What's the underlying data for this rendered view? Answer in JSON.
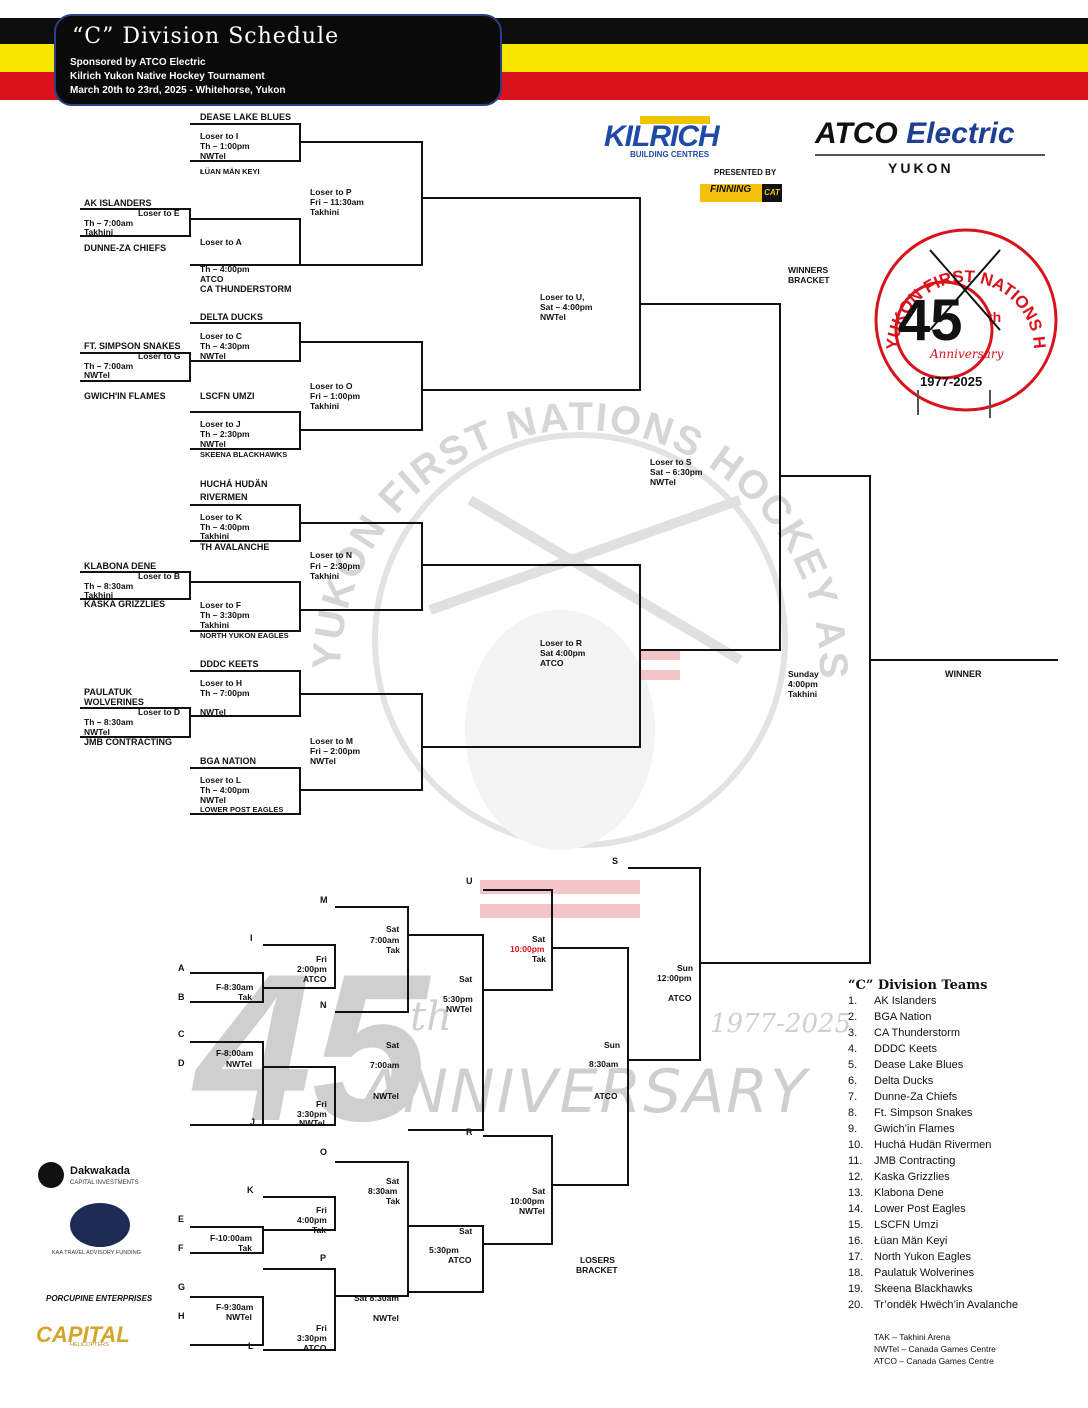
{
  "header": {
    "title": "“C” Division Schedule",
    "line1": "Sponsored by ATCO Electric",
    "line2": "Kilrich Yukon Native Hockey Tournament",
    "line3": "March 20th to 23rd, 2025 -  Whitehorse, Yukon"
  },
  "logos": {
    "kilrich": "KILRICH",
    "kilrich_sub": "BUILDING CENTRES",
    "presented_by": "PRESENTED BY",
    "finning": "FINNING",
    "cat": "CAT",
    "atco": "ATCO",
    "atco_electric": "Electric",
    "yukon": "YUKON",
    "yfnha_ring": "YUKON FIRST NATIONS HOCKEY ASSOCIATION",
    "yfnha_num": "45",
    "yfnha_th": "th",
    "yfnha_anniv": "Anniversary",
    "yfnha_years": "1977-2025",
    "watermark_ring": "YUKON FIRST NATIONS HOCKEY ASSOCIATION",
    "watermark_num": "45",
    "watermark_th": "th",
    "watermark_years": "1977-2025",
    "watermark_anniv": "ANNIVERSARY",
    "dakwakada": "Dakwakada",
    "dakwakada_sub": "CAPITAL INVESTMENTS",
    "ktaf": "KAA TRAVEL ADVISORY FUNDING",
    "porcupine": "PORCUPINE ENTERPRISES",
    "capital": "CAPITAL",
    "capital_sub": "HELICOPTERS"
  },
  "winners": {
    "dease": "DEASE LAKE BLUES",
    "loserI": "Loser to I",
    "gI_time": "Th – 1:00pm",
    "gI_venue": "NWTel",
    "luan": "ŁÜAN MÄN KEYI",
    "akisl": "AK ISLANDERS",
    "loserE": "Loser to E",
    "gE_time": "Th – 7:00am",
    "gE_venue": "Takhini",
    "dunne": "DUNNE-ZA CHIEFS",
    "loserA": "Loser to A",
    "gA_time": "Th – 4:00pm",
    "gA_venue": "ATCO",
    "cath": "CA THUNDERSTORM",
    "loserP": "Loser to P",
    "gP_time": "Fri – 11:30am",
    "gP_venue": "Takhini",
    "delta": "DELTA DUCKS",
    "loserC": "Loser to C",
    "gC_time": "Th – 4:30pm",
    "gC_venue": "NWTel",
    "ftsimp": "FT. SIMPSON SNAKES",
    "loserG": "Loser to G",
    "gG_time": "Th – 7:00am",
    "gG_venue": "NWTel",
    "gwichin": "GWICH'IN FLAMES",
    "lscfn": "LSCFN UMZI",
    "loserO": "Loser to O",
    "gO_time": "Fri – 1:00pm",
    "gO_venue": "Takhini",
    "loserJ": "Loser to J",
    "gJ_time": "Th – 2:30pm",
    "gJ_venue": "NWTel",
    "skeena": "SKEENA BLACKHAWKS",
    "loserU": "Loser to U,",
    "gU_time": "Sat – 4:00pm",
    "gU_venue": "NWTel",
    "hucha1": "HUCHÁ HUDÄN",
    "hucha2": "RIVERMEN",
    "loserK": "Loser to K",
    "gK_time": "Th – 4:00pm",
    "gK_venue": "Takhini",
    "trav": "TH AVALANCHE",
    "klabona": "KLABONA DENE",
    "loserB": "Loser to B",
    "gB_time": "Th – 8:30am",
    "gB_venue": "Takhini",
    "kaska": "KASKA GRIZZLIES",
    "loserN": "Loser to N",
    "gN_time": "Fri – 2:30pm",
    "gN_venue": "Takhini",
    "loserF": "Loser to F",
    "gF_time": "Th – 3:30pm",
    "gF_venue": "Takhini",
    "nyukon": "NORTH YUKON EAGLES",
    "loserS": "Loser to S",
    "gS_time": "Sat – 6:30pm",
    "gS_venue": "NWTel",
    "dddc": "DDDC KEETS",
    "loserH": "Loser to H",
    "gH_time": "Th – 7:00pm",
    "gH_venue": "NWTel",
    "paul1": "PAULATUK",
    "paul2": "WOLVERINES",
    "loserD": "Loser to D",
    "gD_time": "Th – 8:30am",
    "gD_venue": "NWTel",
    "jmb": "JMB CONTRACTING",
    "loserR": "Loser to R",
    "gR_time": "Sat 4:00pm",
    "gR_venue": "ATCO",
    "bga": "BGA NATION",
    "loserM": "Loser to M",
    "gM_time": "Fri – 2:00pm",
    "gM_venue": "NWTel",
    "loserL": "Loser to L",
    "gL_time": "Th – 4:00pm",
    "gL_venue": "NWTel",
    "lpe": "LOWER POST EAGLES",
    "winners_bracket1": "WINNERS",
    "winners_bracket2": "BRACKET",
    "final_day": "Sunday",
    "final_time": "4:00pm",
    "final_venue": "Takhini",
    "winner": "WINNER"
  },
  "losers": {
    "lA": "A",
    "lB": "B",
    "lC": "C",
    "lD": "D",
    "lE": "E",
    "lF": "F",
    "lG": "G",
    "lH": "H",
    "lI": "I",
    "lJ": "J",
    "lK": "K",
    "lL": "L",
    "lM": "M",
    "lN": "N",
    "lO": "O",
    "lP": "P",
    "lR": "R",
    "lS": "S",
    "lU": "U",
    "AB": "F-8:30am",
    "AB_v": "Tak",
    "CD": "F-8:00am",
    "CD_v": "NWTel",
    "EF": "F-10:00am",
    "EF_v": "Tak",
    "GH": "F-9:30am",
    "GH_v": "NWTel",
    "I_d": "Fri",
    "I_t": "2:00pm",
    "I_v": "ATCO",
    "J_d": "Fri",
    "J_t": "3:30pm",
    "J_v": "NWTel",
    "K_d": "Fri",
    "K_t": "4:00pm",
    "K_v": "Tak",
    "L_d": "Fri",
    "L_t": "3:30pm",
    "L_v": "ATCO",
    "M_d": "Sat",
    "M_t": "7:00am",
    "M_v": "Tak",
    "N_d": "Sat",
    "N_t": "7:00am",
    "N_v": "NWTel",
    "O_d": "Sat",
    "O_t": "8:30am",
    "O_v": "Tak",
    "P_d": "Sat 8:30am",
    "P_v": "NWTel",
    "s1_d": "Sat",
    "s1_t": "5:30pm",
    "s1_v": "NWTel",
    "s2_d": "Sat",
    "s2_t": "10:00pm",
    "s2_v": "Tak",
    "s3_d": "Sat",
    "s3_t": "10:00pm",
    "s3_v": "NWTel",
    "s4_d": "Sat",
    "s4_t": "5:30pm",
    "s4_v": "ATCO",
    "sun1_d": "Sun",
    "sun1_t": "8:30am",
    "sun1_v": "ATCO",
    "sun2_d": "Sun",
    "sun2_t": "12:00pm",
    "sun2_v": "ATCO",
    "losers_bracket1": "LOSERS",
    "losers_bracket2": "BRACKET"
  },
  "teams": {
    "title": "“C” Division Teams",
    "list": [
      {
        "n": "1.",
        "name": "AK Islanders"
      },
      {
        "n": "2.",
        "name": "BGA Nation"
      },
      {
        "n": "3.",
        "name": "CA Thunderstorm"
      },
      {
        "n": "4.",
        "name": "DDDC Keets"
      },
      {
        "n": "5.",
        "name": "Dease Lake Blues"
      },
      {
        "n": "6.",
        "name": "Delta Ducks"
      },
      {
        "n": "7.",
        "name": "Dunne-Za Chiefs"
      },
      {
        "n": "8.",
        "name": "Ft. Simpson Snakes"
      },
      {
        "n": "9.",
        "name": "Gwich’in Flames"
      },
      {
        "n": "10.",
        "name": "Huchá Hudän Rivermen"
      },
      {
        "n": "11.",
        "name": "JMB Contracting"
      },
      {
        "n": "12.",
        "name": "Kaska Grizzlies"
      },
      {
        "n": "13.",
        "name": "Klabona Dene"
      },
      {
        "n": "14.",
        "name": "Lower Post Eagles"
      },
      {
        "n": "15.",
        "name": "LSCFN Umzi"
      },
      {
        "n": "16.",
        "name": "Łüan Män Keyi"
      },
      {
        "n": "17.",
        "name": "North Yukon Eagles"
      },
      {
        "n": "18.",
        "name": "Paulatuk Wolverines"
      },
      {
        "n": "19.",
        "name": "Skeena Blackhawks"
      },
      {
        "n": "20.",
        "name": "Tr’ondëk Hwëch’in Avalanche"
      }
    ]
  },
  "legend": {
    "tak": "TAK – Takhini Arena",
    "nwtel": "NWTel – Canada Games Centre",
    "atco": "ATCO – Canada Games Centre"
  }
}
